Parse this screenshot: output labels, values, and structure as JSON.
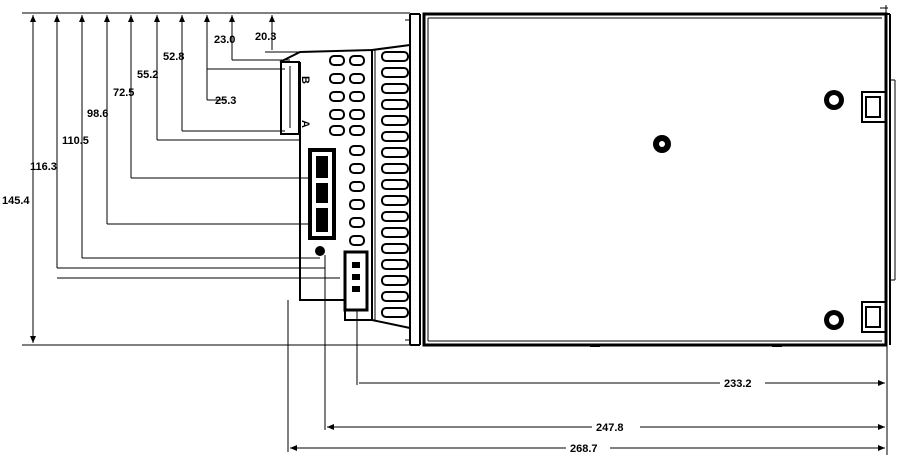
{
  "drawing": {
    "vertical_dimensions": [
      {
        "label": "145.4",
        "id": "dim-145-4"
      },
      {
        "label": "116.3",
        "id": "dim-116-3"
      },
      {
        "label": "110.5",
        "id": "dim-110-5"
      },
      {
        "label": "98.6",
        "id": "dim-98-6"
      },
      {
        "label": "72.5",
        "id": "dim-72-5"
      },
      {
        "label": "55.2",
        "id": "dim-55-2"
      },
      {
        "label": "52.8",
        "id": "dim-52-8"
      },
      {
        "label": "25.3",
        "id": "dim-25-3"
      },
      {
        "label": "23.0",
        "id": "dim-23-0"
      },
      {
        "label": "20.3",
        "id": "dim-20-3"
      }
    ],
    "horizontal_dimensions": [
      {
        "label": "233.2",
        "id": "dim-233-2"
      },
      {
        "label": "247.8",
        "id": "dim-247-8"
      },
      {
        "label": "268.7",
        "id": "dim-268-7"
      }
    ],
    "connector_labels": {
      "a": "A",
      "b": "B"
    }
  }
}
